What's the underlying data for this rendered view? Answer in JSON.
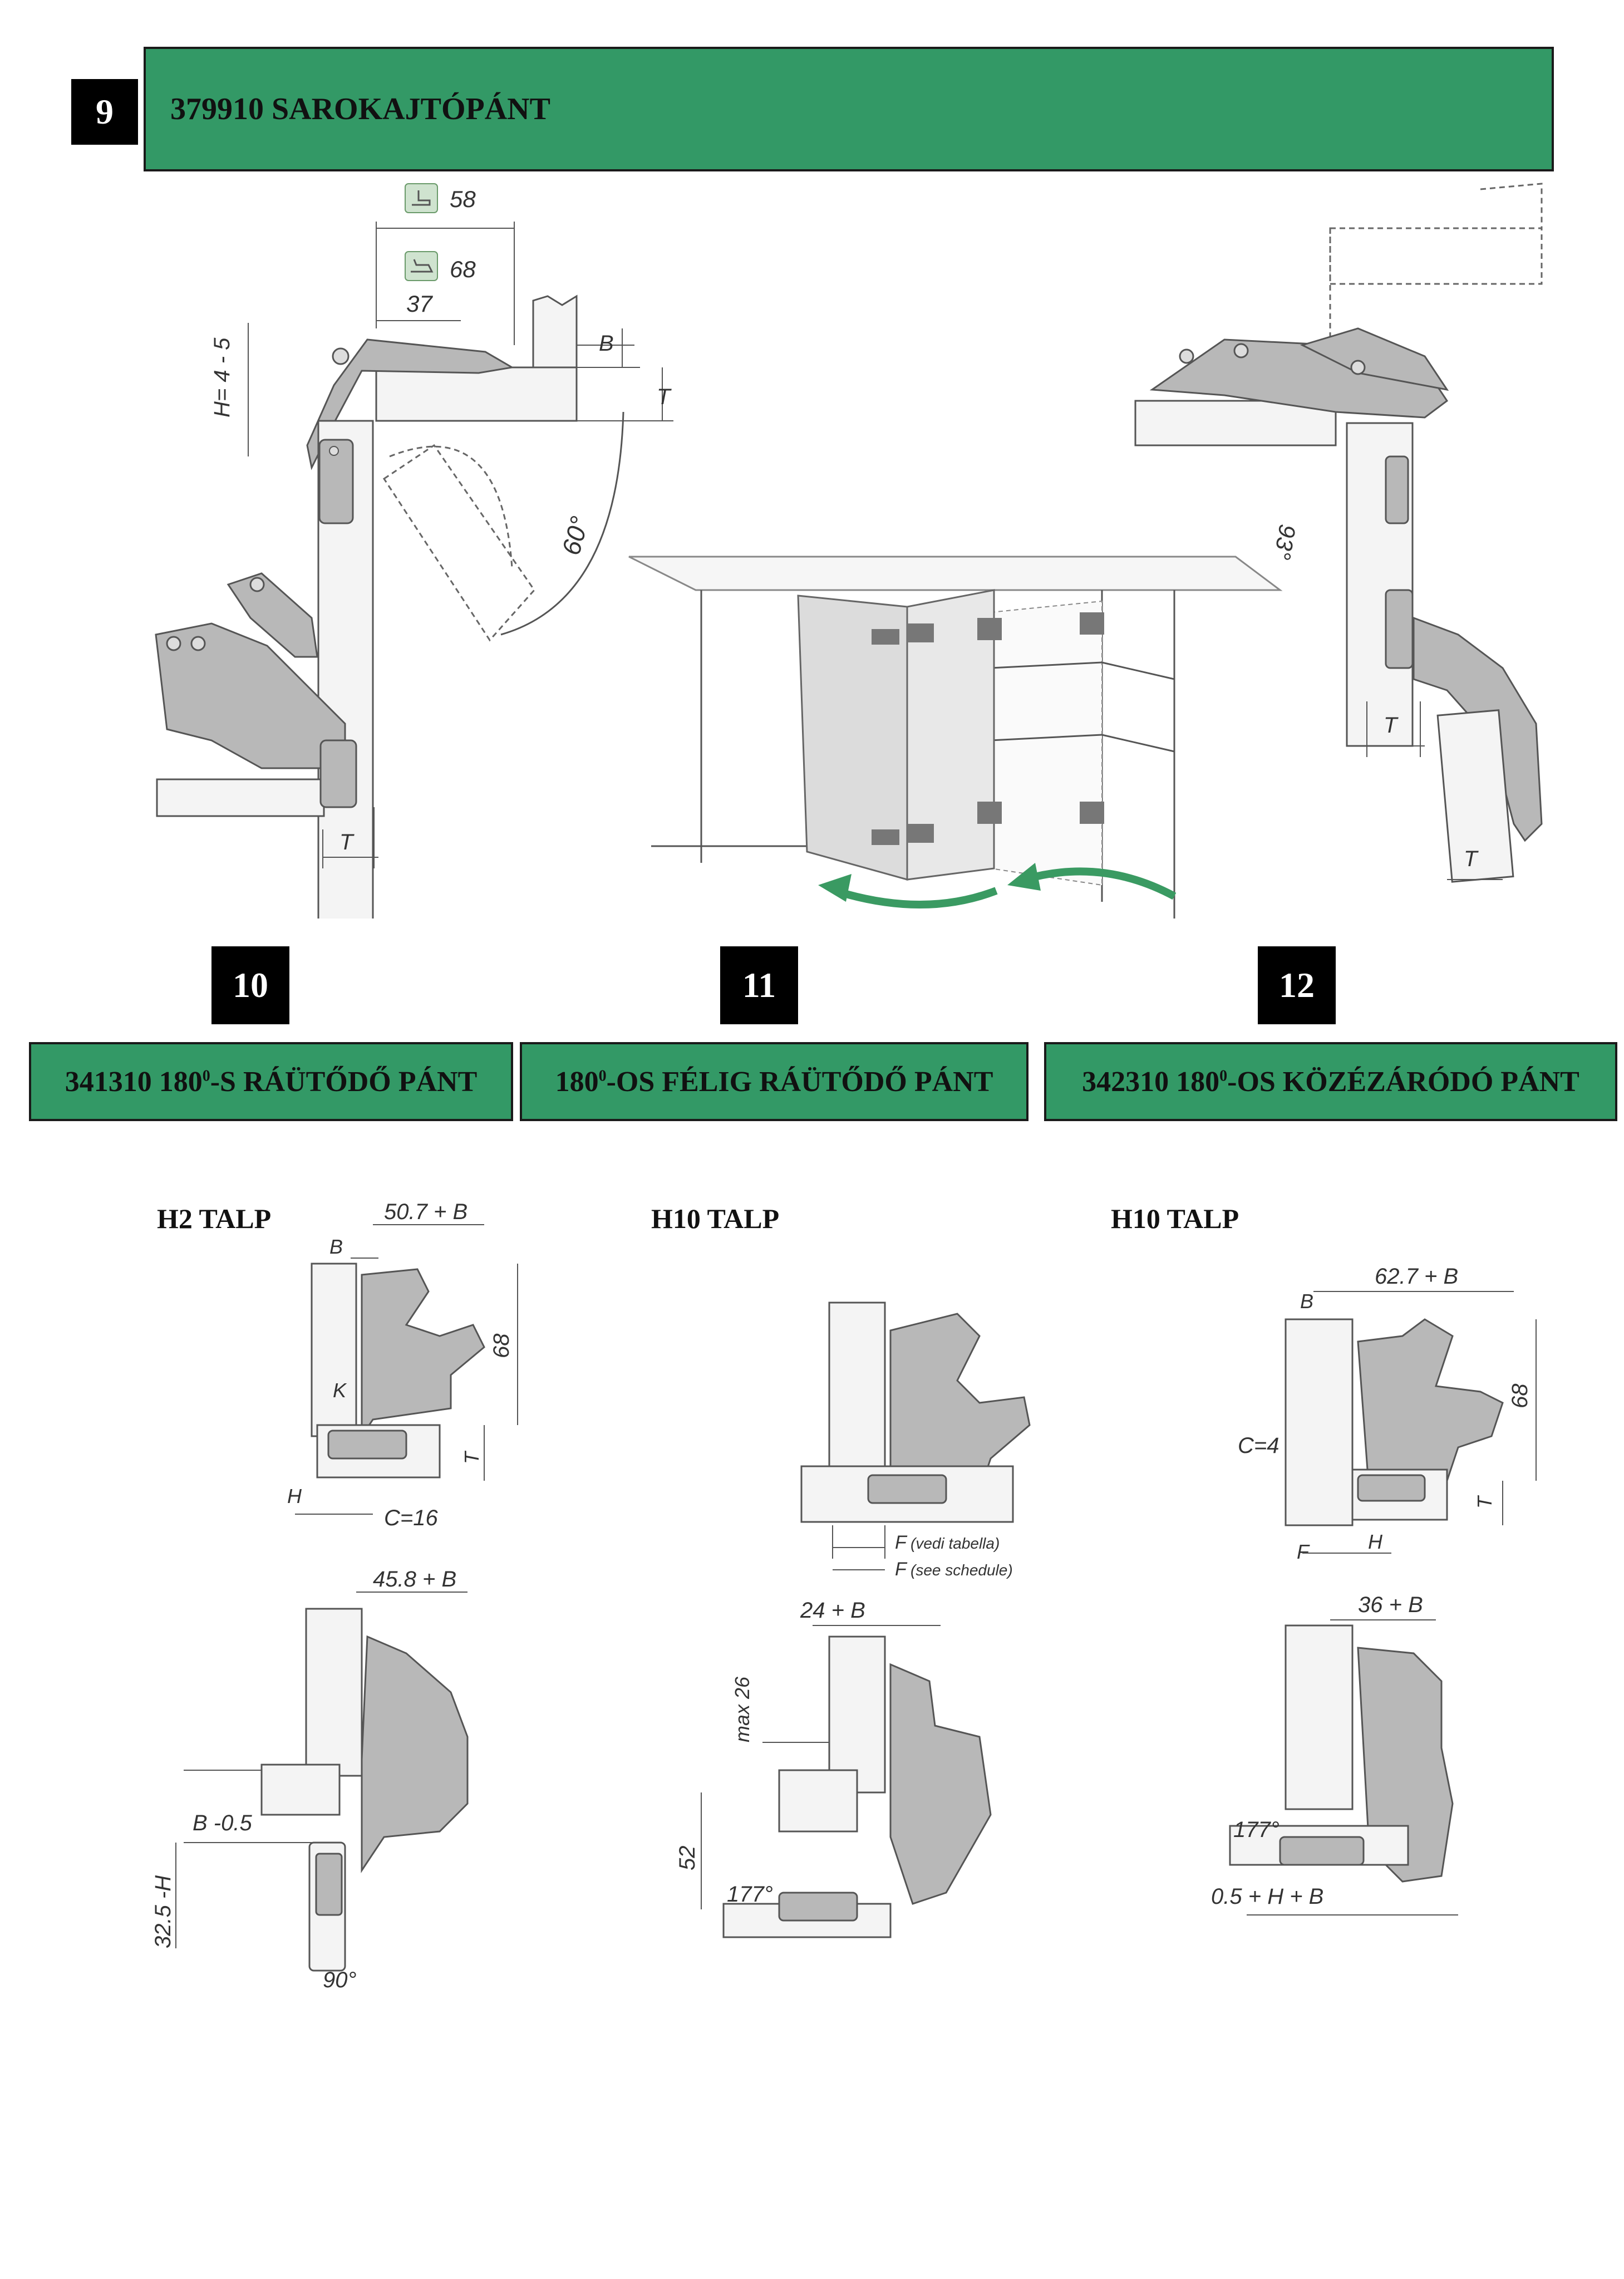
{
  "section9": {
    "number": "9",
    "title": "379910 SAROKAJTÓPÁNT"
  },
  "fig9_left": {
    "opening58": "58",
    "opening68": "68",
    "dim37": "37",
    "dimB": "B",
    "dimH": "H= 4 - 5",
    "dimT": "T",
    "angle": "60°",
    "dimT2": "T"
  },
  "fig9_right": {
    "angle": "93°",
    "dimT": "T",
    "dimT2": "T"
  },
  "sections": [
    {
      "number": "10",
      "title": "341310 180",
      "sup": "0",
      "title_rest": "-S RÁÜTŐDŐ PÁNT",
      "talp": "H2 TALP"
    },
    {
      "number": "11",
      "title": "180",
      "sup": "0",
      "title_rest": "-OS FÉLIG RÁÜTŐDŐ PÁNT",
      "talp": "H10 TALP"
    },
    {
      "number": "12",
      "title": "342310 180",
      "sup": "0",
      "title_rest": "-OS KÖZÉZÁRÓDÓ PÁNT",
      "talp": "H10 TALP"
    }
  ],
  "fig10": {
    "top_width": "50.7 + B",
    "B": "B",
    "h68": "68",
    "K": "K",
    "T": "T",
    "H": "H",
    "C": "C=16",
    "bottom_width": "45.8 + B",
    "B05": "B -0.5",
    "h325": "32.5 -H",
    "angle": "90°"
  },
  "fig11": {
    "F1": "F",
    "F1_note": "(vedi tabella)",
    "F2": "F",
    "F2_note": "(see schedule)",
    "bottom_width": "24 + B",
    "max26": "max 26",
    "h52": "52",
    "angle": "177°"
  },
  "fig12": {
    "top_width": "62.7 + B",
    "B": "B",
    "h68": "68",
    "C": "C=4",
    "T": "T",
    "F": "F",
    "H": "H",
    "bottom_width": "36 + B",
    "angle": "177°",
    "bottom_dim": "0.5 + H + B"
  },
  "colors": {
    "header_green": "#339966",
    "arrow_green": "#3a9a62"
  }
}
